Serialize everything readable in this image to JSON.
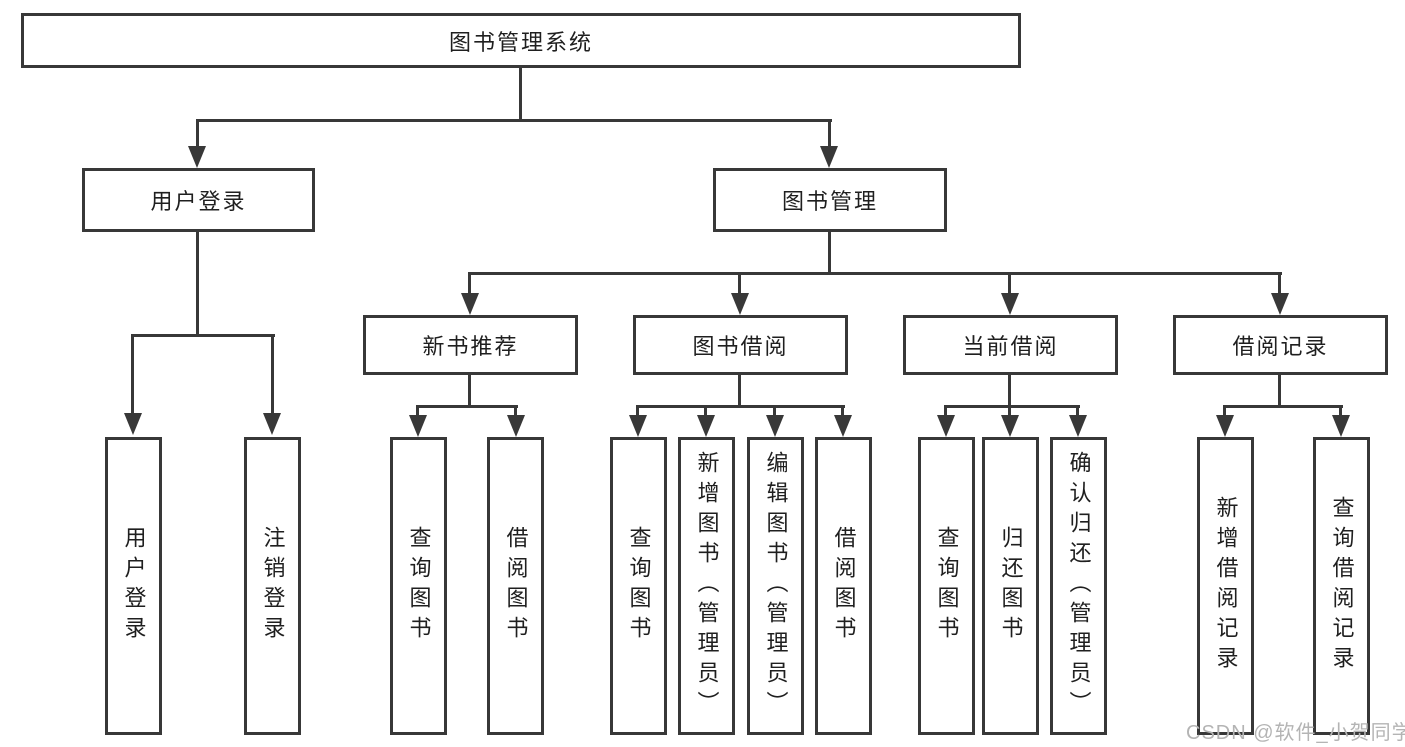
{
  "diagram": {
    "root": "图书管理系统",
    "level2": {
      "user_login": "用户登录",
      "book_mgmt": "图书管理"
    },
    "level3": {
      "new_books": "新书推荐",
      "book_borrow": "图书借阅",
      "current_borrow": "当前借阅",
      "borrow_records": "借阅记录"
    },
    "leaves": {
      "user_login": [
        "用户登录",
        "注销登录"
      ],
      "new_books": [
        "查询图书",
        "借阅图书"
      ],
      "book_borrow": [
        "查询图书",
        "新增图书（管理员）",
        "编辑图书（管理员）",
        "借阅图书"
      ],
      "current_borrow": [
        "查询图书",
        "归还图书",
        "确认归还（管理员）"
      ],
      "borrow_records": [
        "新增借阅记录",
        "查询借阅记录"
      ]
    }
  },
  "watermark": "CSDN @软件_小贺同学",
  "colors": {
    "line": "#383838",
    "text": "#1f1f1f",
    "watermark": "#b4b4b4",
    "background": "#ffffff"
  }
}
